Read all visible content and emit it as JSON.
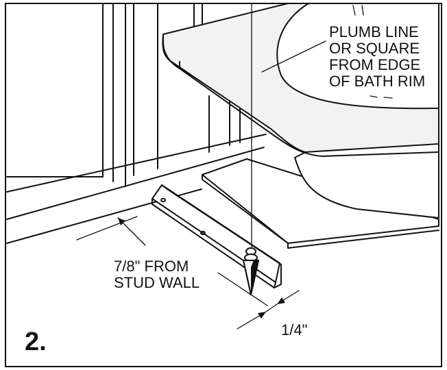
{
  "figure": {
    "step_number": "2.",
    "labels": {
      "plumb_line": [
        "PLUMB LINE",
        "OR SQUARE",
        "FROM EDGE",
        "OF BATH RIM"
      ],
      "stud_wall_offset": [
        "7/8\" FROM",
        "STUD WALL"
      ],
      "bracket_offset": "1/4\""
    }
  },
  "colors": {
    "line": "#111111",
    "background": "#ffffff",
    "rim_shade": "#f2f2f2"
  }
}
